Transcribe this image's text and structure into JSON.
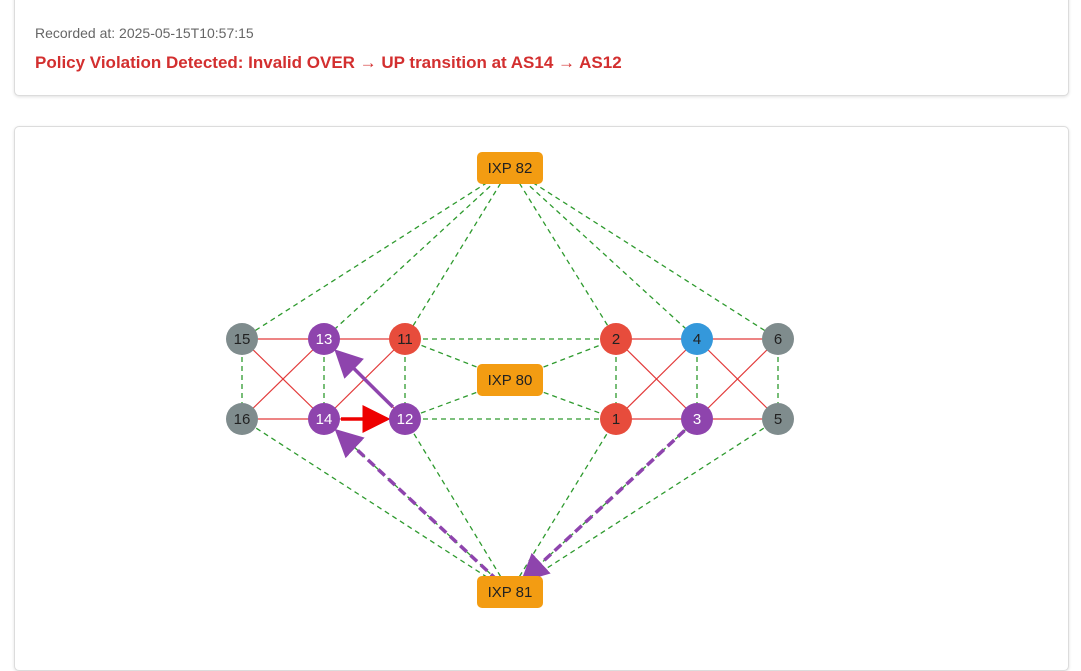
{
  "header": {
    "recorded_at": "Recorded at: 2025-05-15T10:57:15",
    "violation": "Policy Violation Detected: Invalid OVER → UP transition at AS14 → AS12"
  },
  "colors": {
    "gray": "#7f8c8d",
    "purple": "#8e44ad",
    "red": "#e74c3c",
    "blue": "#3498db",
    "orange": "#f39c12",
    "green_link": "#2e9a2e",
    "red_link": "#e23a3a",
    "path": "#8e44ad",
    "violation_arrow": "#ee0000"
  },
  "graph": {
    "nodes": [
      {
        "id": "IXP82",
        "label": "IXP 82",
        "kind": "ixp",
        "color": "orange"
      },
      {
        "id": "IXP80",
        "label": "IXP 80",
        "kind": "ixp",
        "color": "orange"
      },
      {
        "id": "IXP81",
        "label": "IXP 81",
        "kind": "ixp",
        "color": "orange"
      },
      {
        "id": "15",
        "label": "15",
        "kind": "as",
        "color": "gray"
      },
      {
        "id": "13",
        "label": "13",
        "kind": "as",
        "color": "purple"
      },
      {
        "id": "11",
        "label": "11",
        "kind": "as",
        "color": "red"
      },
      {
        "id": "16",
        "label": "16",
        "kind": "as",
        "color": "gray"
      },
      {
        "id": "14",
        "label": "14",
        "kind": "as",
        "color": "purple"
      },
      {
        "id": "12",
        "label": "12",
        "kind": "as",
        "color": "purple"
      },
      {
        "id": "2",
        "label": "2",
        "kind": "as",
        "color": "red"
      },
      {
        "id": "4",
        "label": "4",
        "kind": "as",
        "color": "blue"
      },
      {
        "id": "6",
        "label": "6",
        "kind": "as",
        "color": "gray"
      },
      {
        "id": "1",
        "label": "1",
        "kind": "as",
        "color": "red"
      },
      {
        "id": "3",
        "label": "3",
        "kind": "as",
        "color": "purple"
      },
      {
        "id": "5",
        "label": "5",
        "kind": "as",
        "color": "gray"
      }
    ],
    "links": [
      {
        "a": "IXP82",
        "b": "15",
        "type": "green"
      },
      {
        "a": "IXP82",
        "b": "13",
        "type": "green"
      },
      {
        "a": "IXP82",
        "b": "11",
        "type": "green"
      },
      {
        "a": "IXP82",
        "b": "2",
        "type": "green"
      },
      {
        "a": "IXP82",
        "b": "4",
        "type": "green"
      },
      {
        "a": "IXP82",
        "b": "6",
        "type": "green"
      },
      {
        "a": "IXP81",
        "b": "16",
        "type": "green"
      },
      {
        "a": "IXP81",
        "b": "14",
        "type": "green"
      },
      {
        "a": "IXP81",
        "b": "12",
        "type": "green"
      },
      {
        "a": "IXP81",
        "b": "1",
        "type": "green"
      },
      {
        "a": "IXP81",
        "b": "3",
        "type": "green"
      },
      {
        "a": "IXP81",
        "b": "5",
        "type": "green"
      },
      {
        "a": "IXP80",
        "b": "11",
        "type": "green"
      },
      {
        "a": "IXP80",
        "b": "12",
        "type": "green"
      },
      {
        "a": "IXP80",
        "b": "2",
        "type": "green"
      },
      {
        "a": "IXP80",
        "b": "1",
        "type": "green"
      },
      {
        "a": "11",
        "b": "2",
        "type": "green"
      },
      {
        "a": "12",
        "b": "1",
        "type": "green"
      },
      {
        "a": "15",
        "b": "16",
        "type": "green"
      },
      {
        "a": "13",
        "b": "14",
        "type": "green"
      },
      {
        "a": "11",
        "b": "12",
        "type": "green"
      },
      {
        "a": "2",
        "b": "1",
        "type": "green"
      },
      {
        "a": "4",
        "b": "3",
        "type": "green"
      },
      {
        "a": "6",
        "b": "5",
        "type": "green"
      },
      {
        "a": "15",
        "b": "13",
        "type": "red"
      },
      {
        "a": "13",
        "b": "11",
        "type": "red"
      },
      {
        "a": "16",
        "b": "14",
        "type": "red"
      },
      {
        "a": "14",
        "b": "12",
        "type": "red"
      },
      {
        "a": "15",
        "b": "14",
        "type": "red"
      },
      {
        "a": "16",
        "b": "13",
        "type": "red"
      },
      {
        "a": "13",
        "b": "12",
        "type": "red"
      },
      {
        "a": "14",
        "b": "11",
        "type": "red"
      },
      {
        "a": "2",
        "b": "4",
        "type": "red"
      },
      {
        "a": "4",
        "b": "6",
        "type": "red"
      },
      {
        "a": "1",
        "b": "3",
        "type": "red"
      },
      {
        "a": "3",
        "b": "5",
        "type": "red"
      },
      {
        "a": "2",
        "b": "3",
        "type": "red"
      },
      {
        "a": "1",
        "b": "4",
        "type": "red"
      },
      {
        "a": "4",
        "b": "5",
        "type": "red"
      },
      {
        "a": "3",
        "b": "6",
        "type": "red"
      }
    ],
    "path_arrows": [
      {
        "from": "3",
        "to": "IXP81",
        "style": "dashed",
        "color": "path"
      },
      {
        "from": "IXP81",
        "to": "14",
        "style": "dashed",
        "color": "path"
      },
      {
        "from": "14",
        "to": "12",
        "style": "solid",
        "color": "violation_arrow"
      },
      {
        "from": "12",
        "to": "13",
        "style": "solid",
        "color": "path"
      }
    ]
  }
}
